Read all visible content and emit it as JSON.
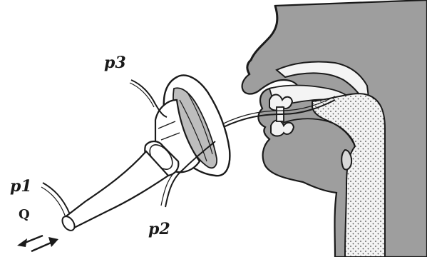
{
  "labels": {
    "p1": "p1",
    "p2": "p2",
    "p3": "p3",
    "flow": "Q"
  },
  "colors": {
    "tissue": "#9e9e9e",
    "outline": "#1a1a1a",
    "mask_band": "#bdbdbd",
    "airway": "#f0f0f0",
    "background": "#ffffff"
  }
}
